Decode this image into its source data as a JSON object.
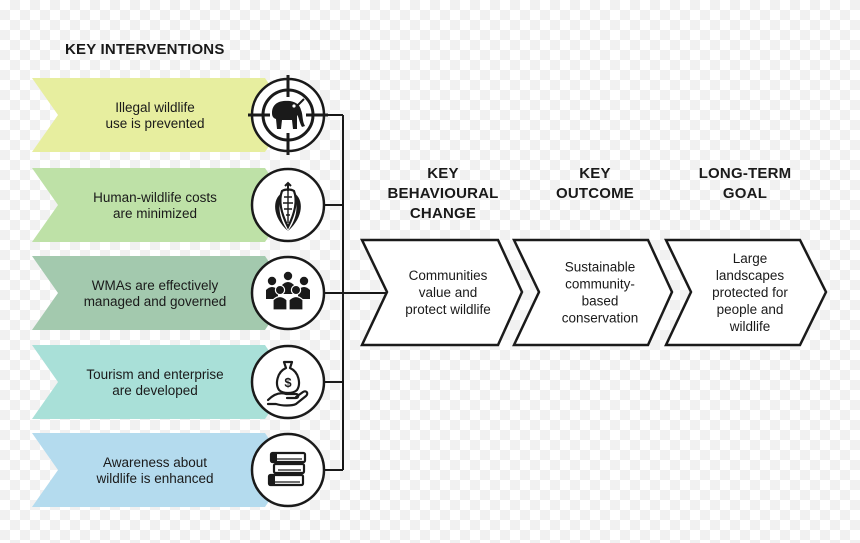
{
  "title": "KEY INTERVENTIONS",
  "colors": {
    "stroke": "#1a1a1a",
    "interventions": [
      "#e7ee9f",
      "#bee1a7",
      "#a3c9ae",
      "#a9e0d8",
      "#b4dbee"
    ]
  },
  "interventions": [
    {
      "lines": [
        "Illegal wildlife",
        "use is prevented"
      ],
      "icon": "elephant-crosshair-icon"
    },
    {
      "lines": [
        "Human-wildlife costs",
        "are minimized"
      ],
      "icon": "corn-icon"
    },
    {
      "lines": [
        "WMAs are effectively",
        "managed and governed"
      ],
      "icon": "community-icon"
    },
    {
      "lines": [
        "Tourism and enterprise",
        "are developed"
      ],
      "icon": "money-hand-icon"
    },
    {
      "lines": [
        "Awareness about",
        "wildlife is enhanced"
      ],
      "icon": "books-icon"
    }
  ],
  "stages": [
    {
      "heading": [
        "KEY",
        "BEHAVIOURAL",
        "CHANGE"
      ],
      "lines": [
        "Communities",
        "value and",
        "protect wildlife"
      ]
    },
    {
      "heading": [
        "KEY",
        "OUTCOME"
      ],
      "lines": [
        "Sustainable",
        "community-",
        "based",
        "conservation"
      ]
    },
    {
      "heading": [
        "LONG-TERM",
        "GOAL"
      ],
      "lines": [
        "Large",
        "landscapes",
        "protected for",
        "people and",
        "wildlife"
      ]
    }
  ]
}
